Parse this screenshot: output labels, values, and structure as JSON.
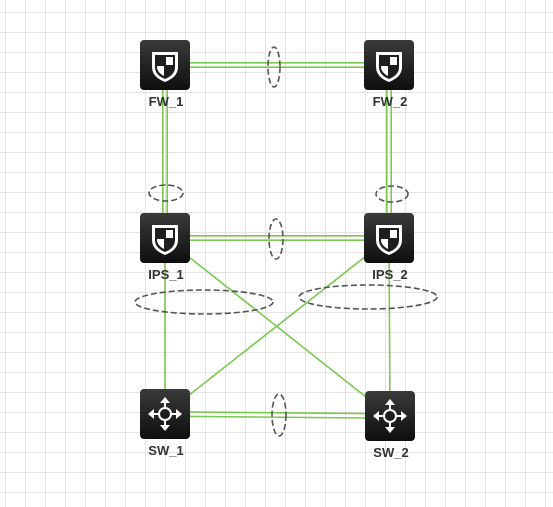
{
  "diagram": {
    "nodes": [
      {
        "id": "fw1",
        "label": "FW_1",
        "kind": "firewall",
        "icon": "shield-icon"
      },
      {
        "id": "fw2",
        "label": "FW_2",
        "kind": "firewall",
        "icon": "shield-icon"
      },
      {
        "id": "ips1",
        "label": "IPS_1",
        "kind": "ips",
        "icon": "shield-icon"
      },
      {
        "id": "ips2",
        "label": "IPS_2",
        "kind": "ips",
        "icon": "shield-icon"
      },
      {
        "id": "sw1",
        "label": "SW_1",
        "kind": "switch",
        "icon": "switch-arrows-icon"
      },
      {
        "id": "sw2",
        "label": "SW_2",
        "kind": "switch",
        "icon": "switch-arrows-icon"
      }
    ],
    "links": [
      {
        "from": "fw1",
        "to": "fw2",
        "style": "double",
        "aggregated": true
      },
      {
        "from": "fw1",
        "to": "ips1",
        "style": "double",
        "aggregated": true
      },
      {
        "from": "fw2",
        "to": "ips2",
        "style": "double",
        "aggregated": true
      },
      {
        "from": "ips1",
        "to": "ips2",
        "style": "double",
        "aggregated": true
      },
      {
        "from": "sw1",
        "to": "sw2",
        "style": "double",
        "aggregated": true
      },
      {
        "from": "ips1",
        "to": "sw1",
        "style": "single"
      },
      {
        "from": "ips1",
        "to": "sw2",
        "style": "single"
      },
      {
        "from": "ips2",
        "to": "sw1",
        "style": "single"
      },
      {
        "from": "ips2",
        "to": "sw2",
        "style": "single"
      }
    ],
    "link_color": "#7cc74f",
    "aggregation_marker_color": "#555555",
    "icon_color": "#1e1e1e"
  }
}
